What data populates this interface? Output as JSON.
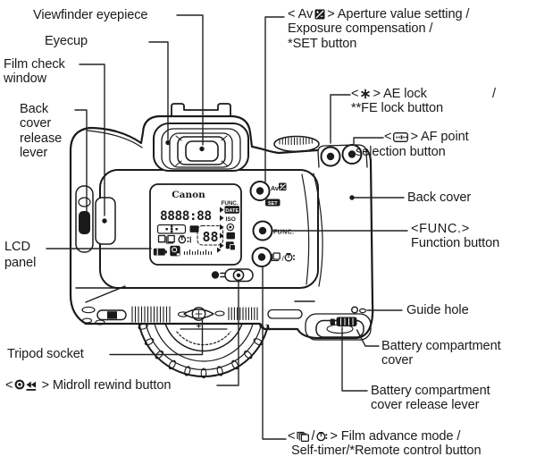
{
  "labels": {
    "viewfinder_eyepiece": "Viewfinder eyepiece",
    "eyecup": "Eyecup",
    "film_check_window": {
      "line1": "Film check",
      "line2": "window"
    },
    "back_cover_release_lever": {
      "line1": "Back",
      "line2": "cover",
      "line3": "release",
      "line4": "lever"
    },
    "lcd_panel": {
      "line1": "LCD",
      "line2": "panel"
    },
    "tripod_socket": "Tripod socket",
    "midroll_rewind": {
      "pre": "<",
      "post": "> Midroll rewind button",
      "icon": "midroll-rewind-icon"
    },
    "aperture": {
      "pre": "< Av",
      "post": "> Aperture value setting /",
      "line2": "Exposure compensation /",
      "line3": "*SET button",
      "icon": "exposure-compensation-icon"
    },
    "ae_lock": {
      "pre": "<",
      "post": "> AE lock",
      "slash": "/",
      "line2": "**FE lock button",
      "icon": "ae-lock-star-icon"
    },
    "af_point": {
      "pre": "<",
      "post": "> AF point",
      "line2": "selection button",
      "icon": "af-point-selection-icon"
    },
    "back_cover": "Back cover",
    "func_button": {
      "line1": "<FUNC.>",
      "line2": "Function button"
    },
    "guide_hole": "Guide hole",
    "battery_cover": {
      "line1": "Battery compartment",
      "line2": "cover"
    },
    "battery_release": {
      "line1": "Battery compartment",
      "line2": "cover release lever"
    },
    "film_advance": {
      "pre": "<",
      "mid": "/",
      "post": "> Film advance mode /",
      "line2": "Self-timer/*Remote control button"
    }
  },
  "camera": {
    "brand": "Canon",
    "lcd": {
      "func": "FUNC.",
      "date": "DATE",
      "iso": "ISO",
      "digits": "8888:88",
      "counter": "88"
    },
    "buttons": {
      "av": "Av",
      "set": "SET",
      "func": "FUNC."
    }
  },
  "colors": {
    "ink": "#1a1a1a",
    "paper": "#ffffff"
  }
}
